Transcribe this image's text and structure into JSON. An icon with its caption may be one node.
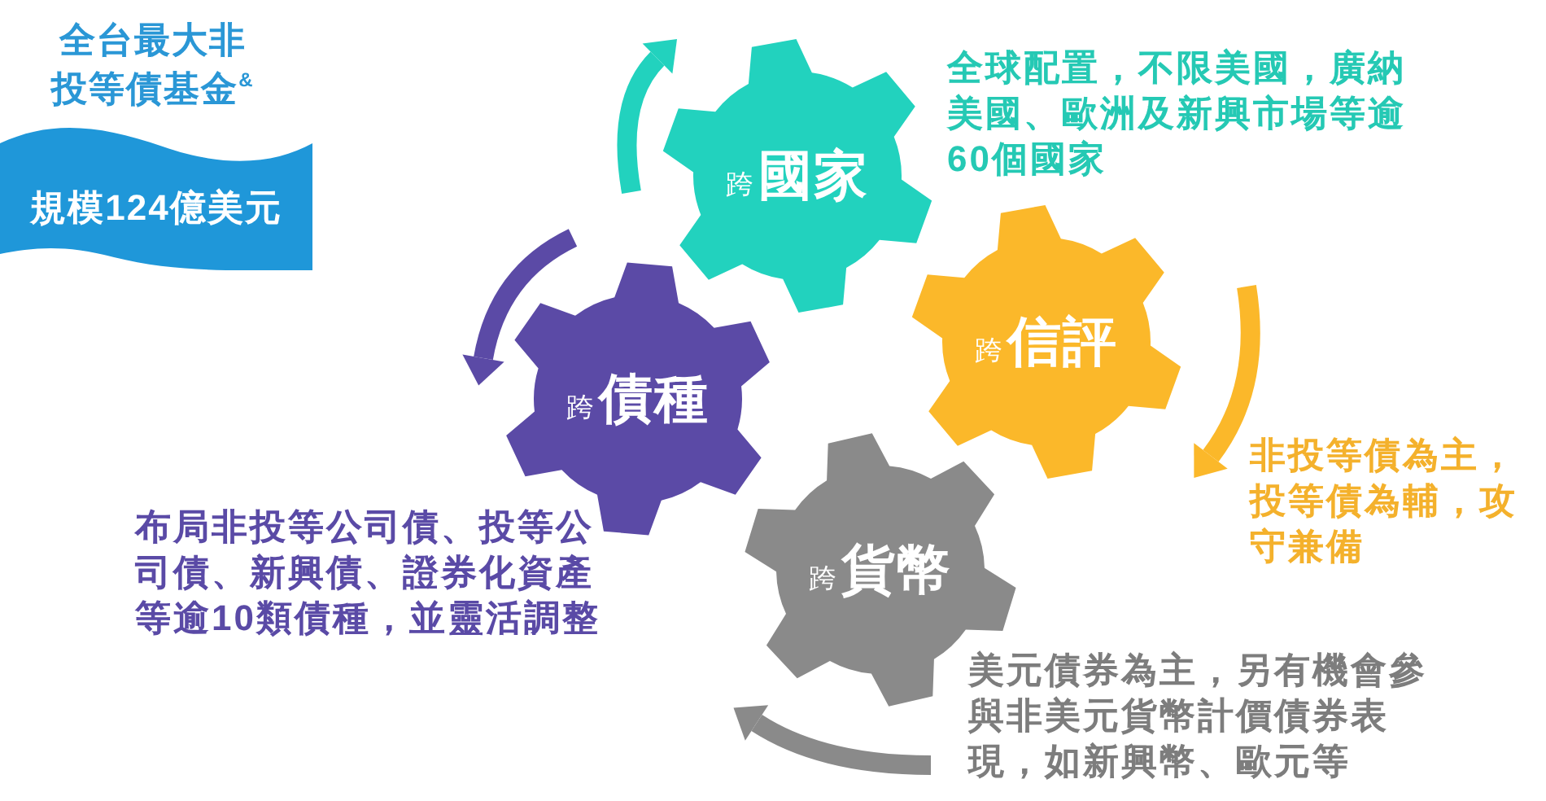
{
  "diagram": {
    "title": "全台最大非投等債基金$^{&}$",
    "nodes": [
      {
        "text": [
          "規模124億美元"
        ]
      },
      {
        "text": [
          "跨",
          "國家"
        ],
        "beside": [
          "全球配置，不限美國，廣納美國、歐洲及新興市場等逾60個國家"
        ]
      },
      {
        "text": [
          "跨",
          "信評"
        ],
        "beside": [
          "非投等債為主，投等債為輔，攻守兼備"
        ]
      },
      {
        "text": [
          "跨",
          "債種"
        ],
        "beside": [
          "布局非投等公司債、投等公司債、新興債、證券化資產等逾10類債種，並靈活調整"
        ]
      },
      {
        "text": [
          "跨",
          "貨幣"
        ],
        "beside": [
          "美元債券為主，另有機會參與非美元貨幣計價債券表現，如新興幣、歐元等"
        ]
      }
    ]
  }
}
